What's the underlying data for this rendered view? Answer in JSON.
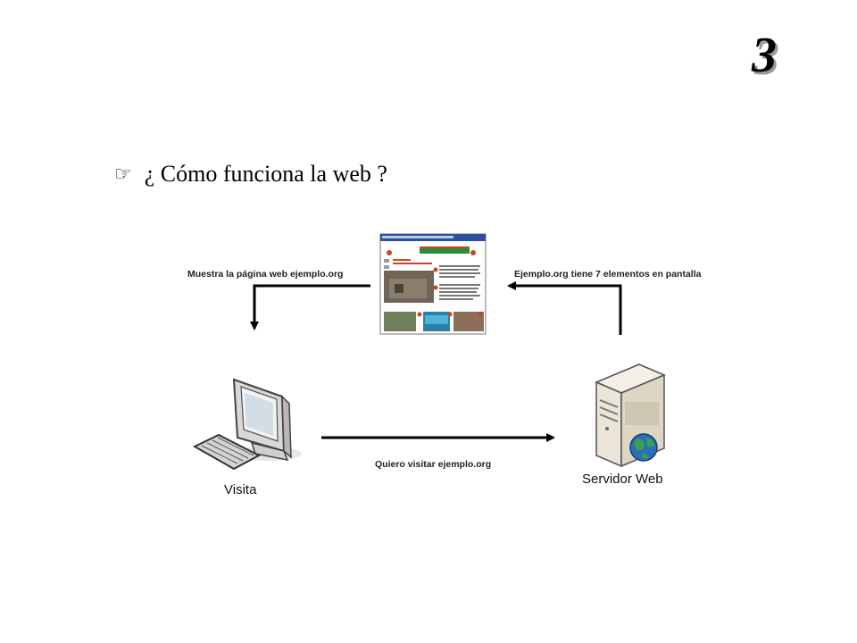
{
  "slide": {
    "number": "3",
    "bullet_symbol": "☞",
    "bullet_text": "¿ Cómo funciona la web ?"
  },
  "diagram": {
    "label_top_left": "Muestra la página web ejemplo.org",
    "label_top_right": "Ejemplo.org tiene 7 elementos en pantalla",
    "label_bottom": "Quiero visitar ejemplo.org",
    "client_label": "Visita",
    "server_label": "Servidor Web"
  },
  "colors": {
    "arrow": "#000000",
    "page_header": "#2a4f9e",
    "page_banner": "#2f8a3b",
    "page_accent": "#c8461e",
    "monitor": "#e8e8e8",
    "globe": "#2a6fb8"
  }
}
